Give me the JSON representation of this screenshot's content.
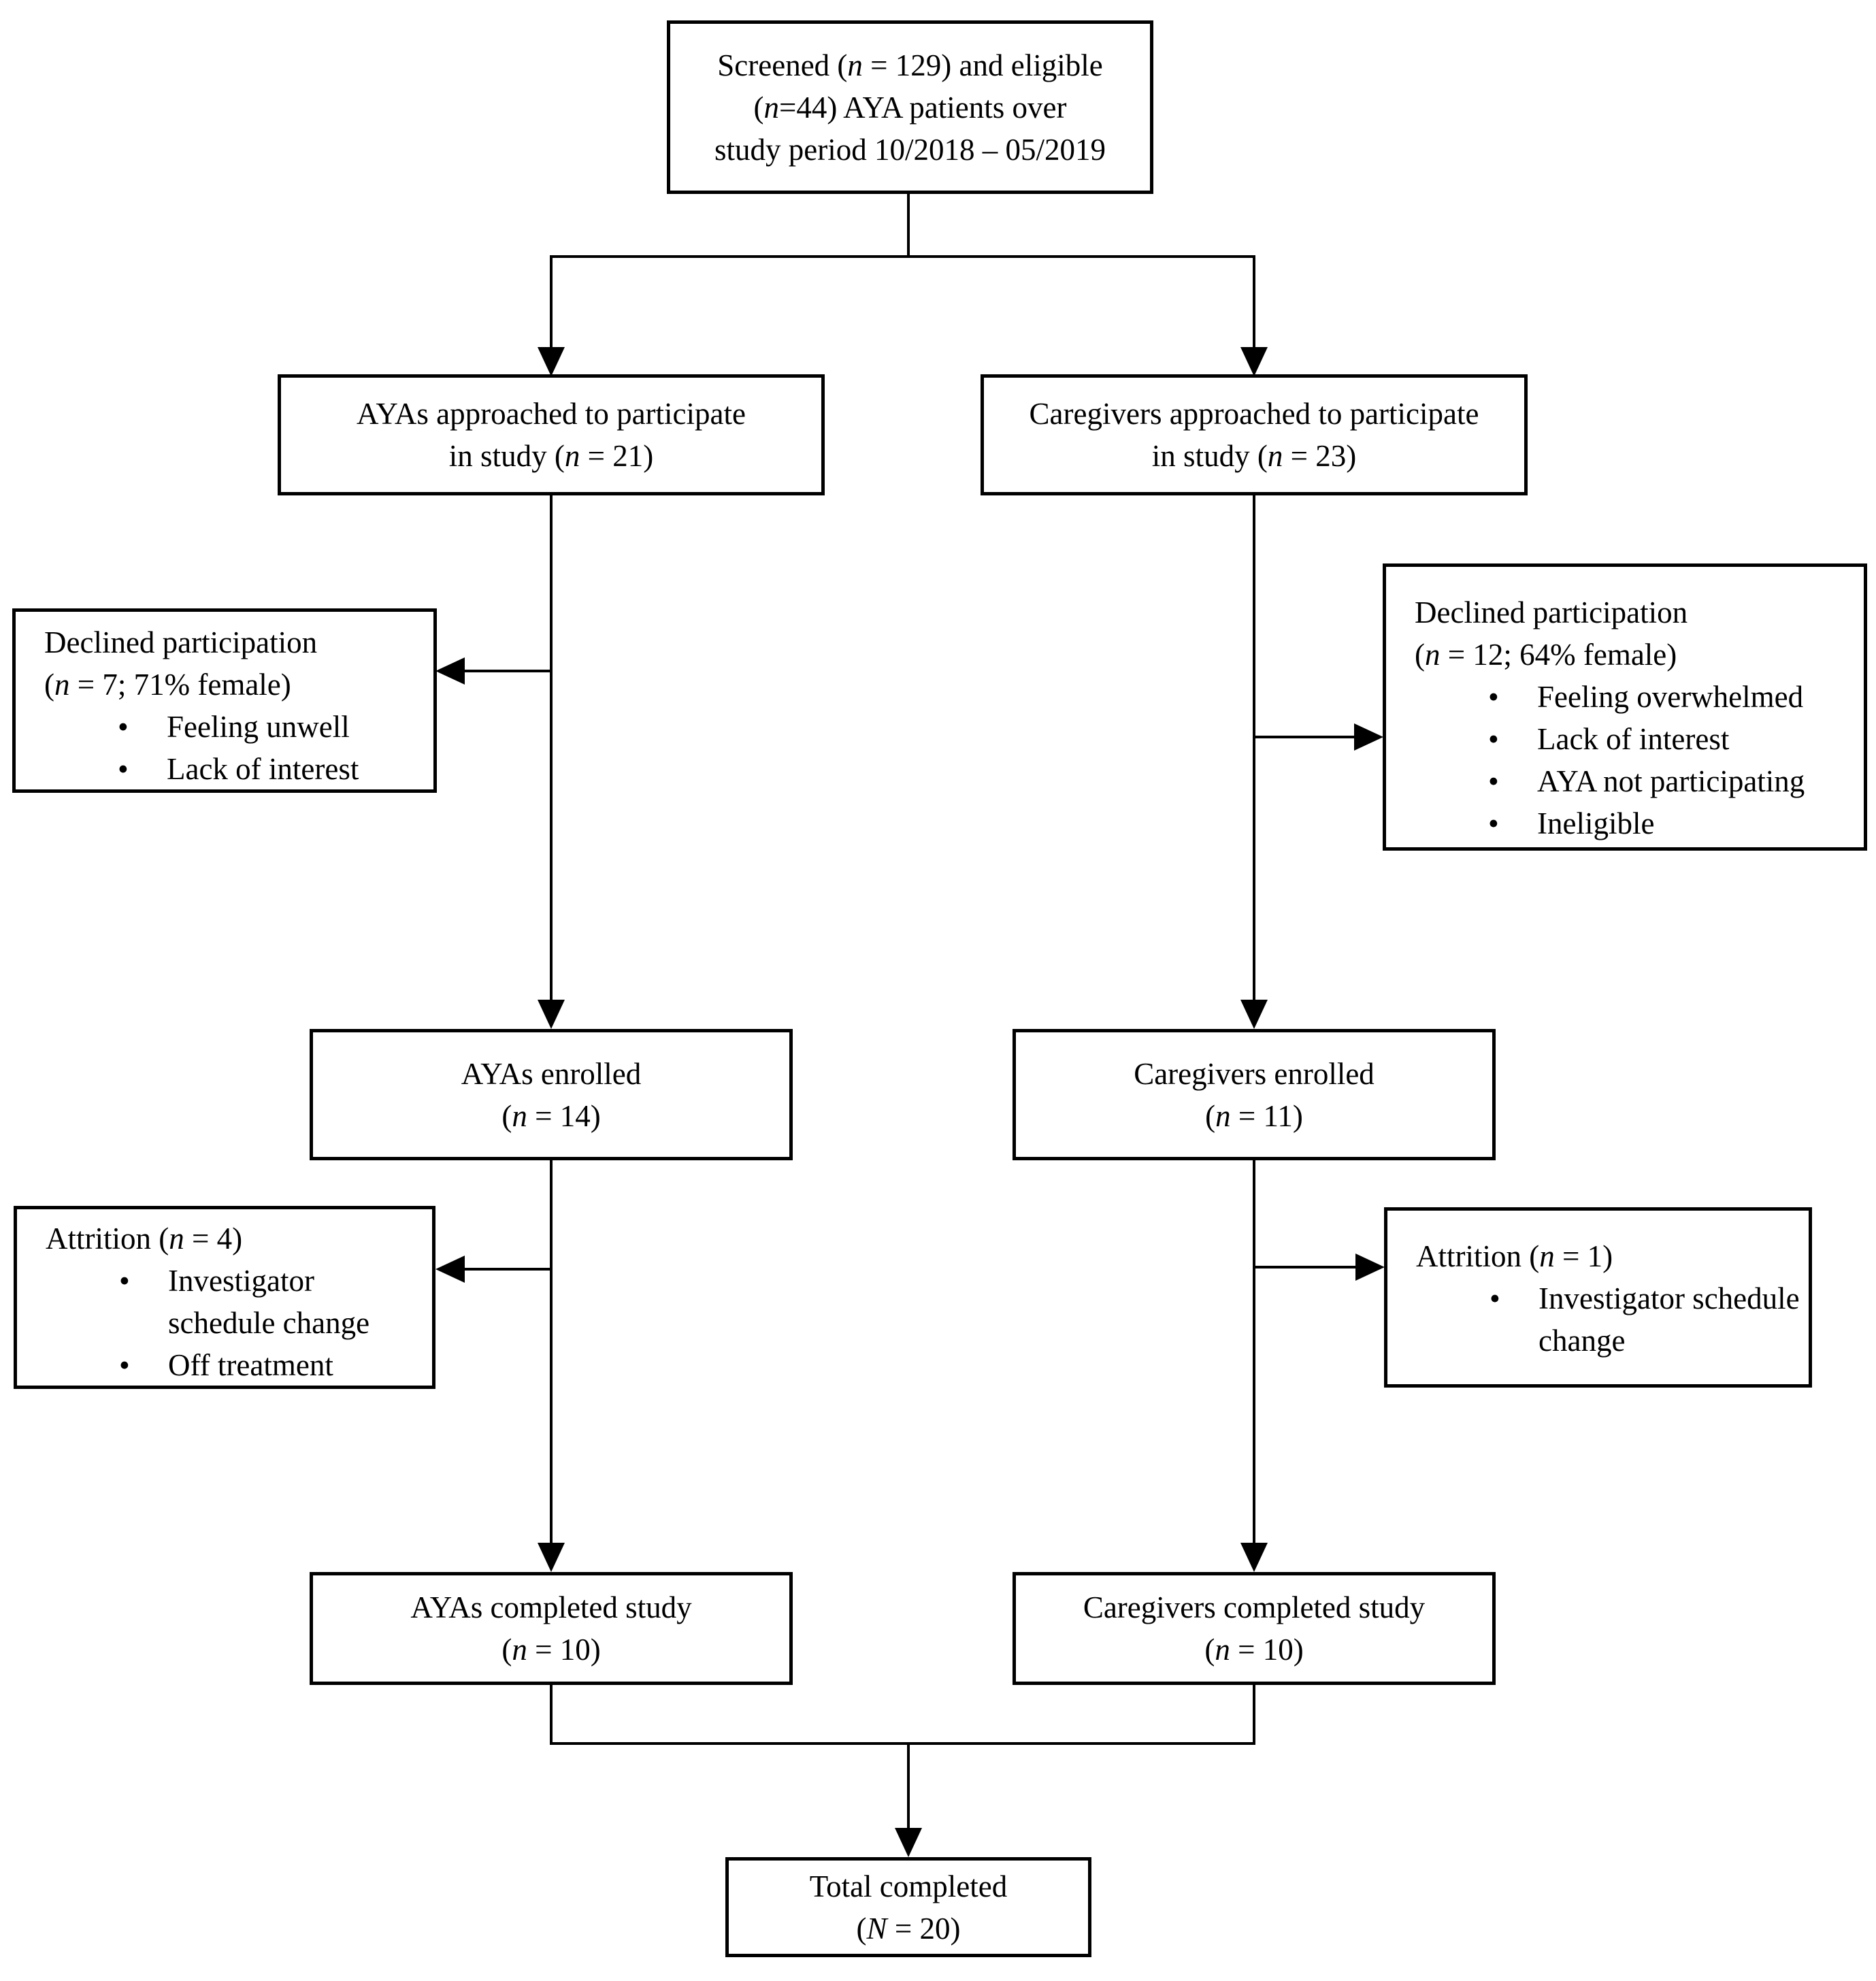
{
  "boxes": {
    "screened": {
      "lines": [
        "Screened (n = 129) and eligible",
        "(n=44) AYA patients over",
        "study period 10/2018 – 05/2019"
      ]
    },
    "aya_approached": {
      "lines": [
        "AYAs approached to participate",
        "in study (n = 21)"
      ]
    },
    "caregiver_approached": {
      "lines": [
        "Caregivers approached to participate",
        "in study (n = 23)"
      ]
    },
    "aya_declined": {
      "header": [
        "Declined participation",
        "(n = 7; 71% female)"
      ],
      "bullets": [
        "Feeling unwell",
        "Lack of interest"
      ]
    },
    "caregiver_declined": {
      "header": [
        "Declined participation",
        "(n = 12; 64% female)"
      ],
      "bullets": [
        "Feeling overwhelmed",
        "Lack of interest",
        "AYA not participating",
        "Ineligible"
      ]
    },
    "aya_enrolled": {
      "lines": [
        "AYAs enrolled",
        "(n = 14)"
      ]
    },
    "caregiver_enrolled": {
      "lines": [
        "Caregivers enrolled",
        "(n = 11)"
      ]
    },
    "aya_attrition": {
      "header": [
        "Attrition (n = 4)"
      ],
      "bullets": [
        "Investigator schedule change",
        "Off treatment"
      ]
    },
    "caregiver_attrition": {
      "header": [
        "Attrition (n = 1)"
      ],
      "bullets": [
        "Investigator schedule change"
      ]
    },
    "aya_completed": {
      "lines": [
        "AYAs completed study",
        "(n = 10)"
      ]
    },
    "caregiver_completed": {
      "lines": [
        "Caregivers completed study",
        "(n = 10)"
      ]
    },
    "total_completed": {
      "lines": [
        "Total completed",
        "(N = 20)"
      ]
    }
  },
  "colors": {
    "box_border": "#000000",
    "connector": "#000000",
    "background": "#ffffff",
    "text": "#000000"
  }
}
